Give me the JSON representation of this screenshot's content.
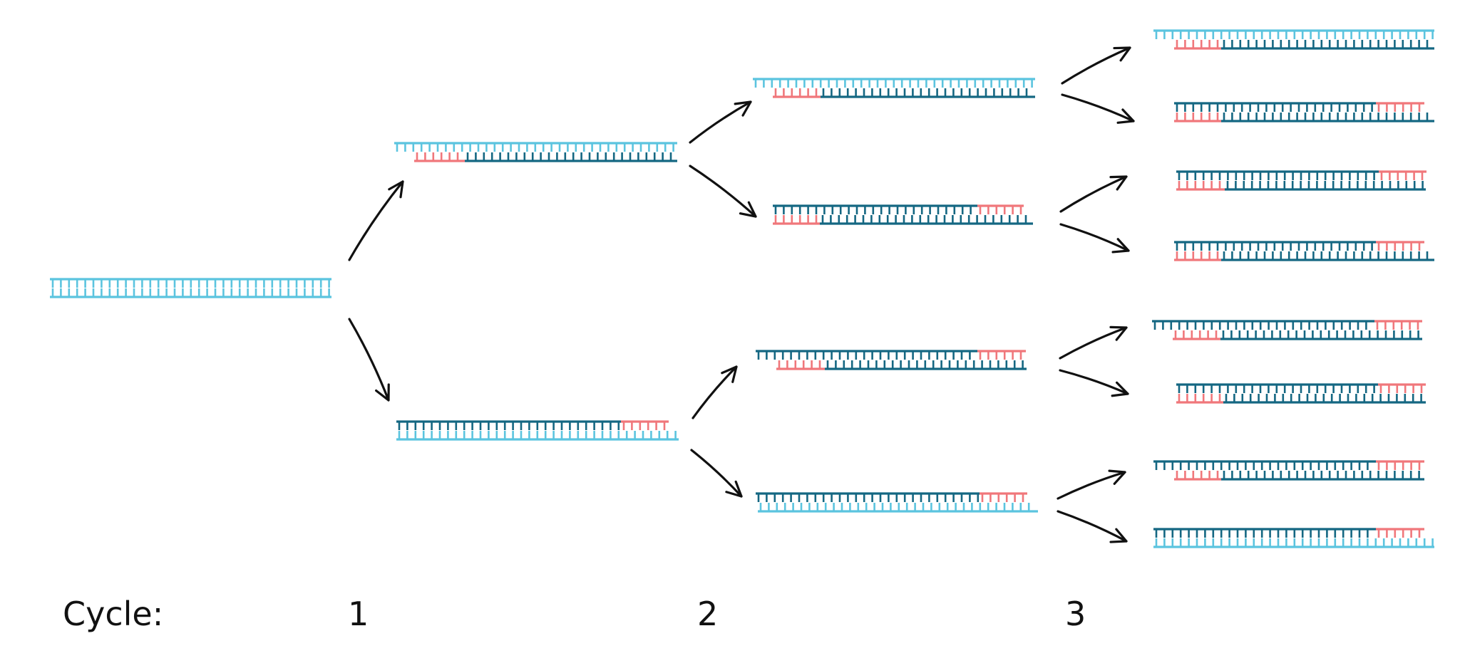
{
  "colors": {
    "template_strand": "#5bc4df",
    "new_strand": "#146782",
    "primer": "#f0777b",
    "arrow": "#111111"
  },
  "labels": {
    "cycle": "Cycle:",
    "cycle_1": "1",
    "cycle_2": "2",
    "cycle_3": "3"
  }
}
